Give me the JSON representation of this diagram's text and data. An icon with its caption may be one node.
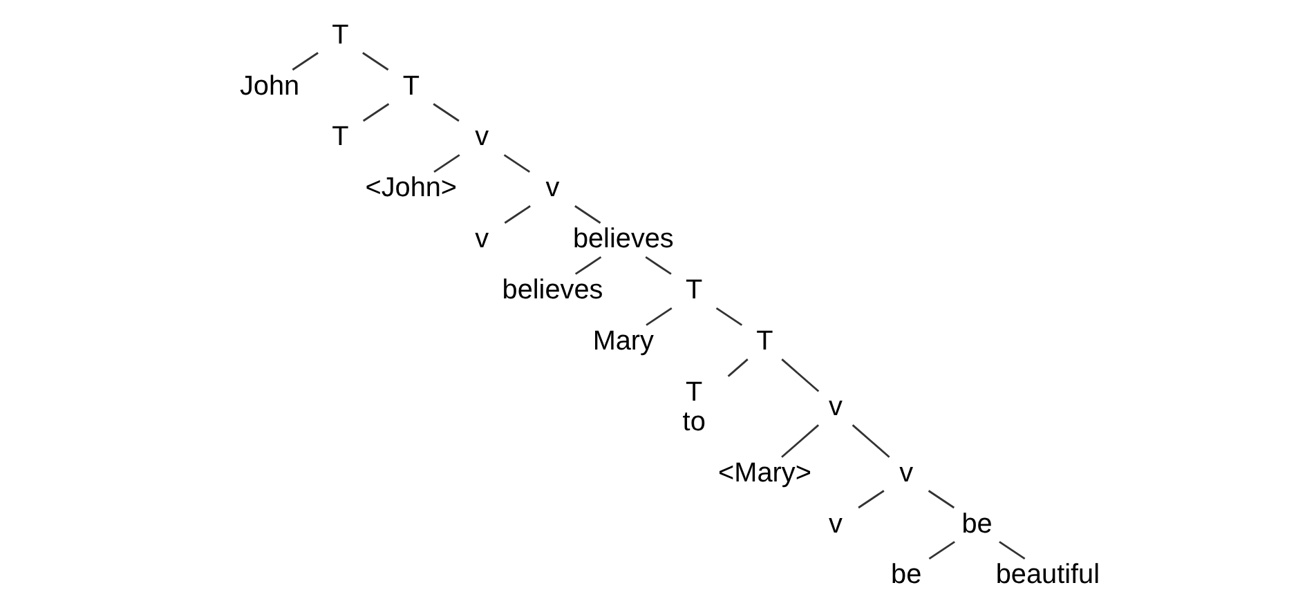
{
  "diagram": {
    "nodes": [
      {
        "text": [
          "T"
        ]
      },
      {
        "text": [
          "John"
        ]
      },
      {
        "text": [
          "T"
        ]
      },
      {
        "text": [
          "T"
        ]
      },
      {
        "text": [
          "v"
        ]
      },
      {
        "text": [
          "<John>"
        ]
      },
      {
        "text": [
          "v"
        ]
      },
      {
        "text": [
          "v"
        ]
      },
      {
        "text": [
          "believes"
        ]
      },
      {
        "text": [
          "believes"
        ]
      },
      {
        "text": [
          "T"
        ]
      },
      {
        "text": [
          "Mary"
        ]
      },
      {
        "text": [
          "T"
        ]
      },
      {
        "text": [
          "T",
          "to"
        ]
      },
      {
        "text": [
          "v"
        ]
      },
      {
        "text": [
          "<Mary>"
        ]
      },
      {
        "text": [
          "v"
        ]
      },
      {
        "text": [
          "v"
        ]
      },
      {
        "text": [
          "be"
        ]
      },
      {
        "text": [
          "be"
        ]
      },
      {
        "text": [
          "beautiful"
        ]
      }
    ],
    "edges": [
      {
        "from": 0,
        "to": 1,
        "arrow": "none"
      },
      {
        "from": 0,
        "to": 2,
        "arrow": "none"
      },
      {
        "from": 2,
        "to": 3,
        "arrow": "none"
      },
      {
        "from": 2,
        "to": 4,
        "arrow": "none"
      },
      {
        "from": 4,
        "to": 5,
        "arrow": "none"
      },
      {
        "from": 4,
        "to": 6,
        "arrow": "none"
      },
      {
        "from": 6,
        "to": 7,
        "arrow": "none"
      },
      {
        "from": 6,
        "to": 8,
        "arrow": "none"
      },
      {
        "from": 8,
        "to": 9,
        "arrow": "none"
      },
      {
        "from": 8,
        "to": 10,
        "arrow": "none"
      },
      {
        "from": 10,
        "to": 11,
        "arrow": "none"
      },
      {
        "from": 10,
        "to": 12,
        "arrow": "none"
      },
      {
        "from": 12,
        "to": 13,
        "arrow": "none"
      },
      {
        "from": 12,
        "to": 14,
        "arrow": "none"
      },
      {
        "from": 14,
        "to": 15,
        "arrow": "none"
      },
      {
        "from": 14,
        "to": 16,
        "arrow": "none"
      },
      {
        "from": 16,
        "to": 17,
        "arrow": "none"
      },
      {
        "from": 16,
        "to": 18,
        "arrow": "none"
      },
      {
        "from": 18,
        "to": 19,
        "arrow": "none"
      },
      {
        "from": 18,
        "to": 20,
        "arrow": "none"
      }
    ]
  }
}
